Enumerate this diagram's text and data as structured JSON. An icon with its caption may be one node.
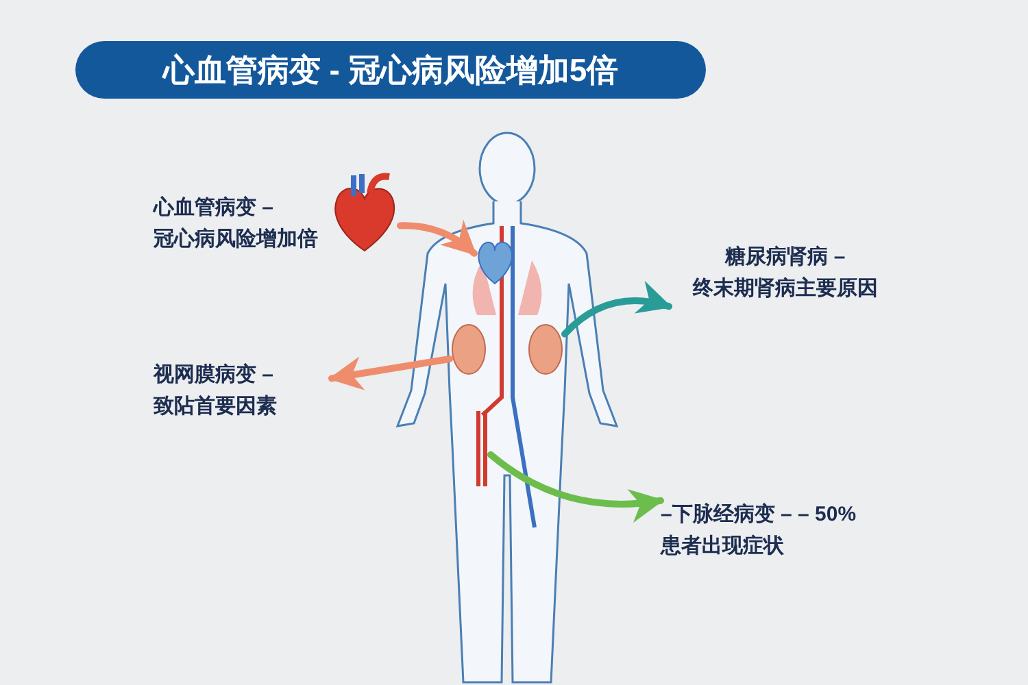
{
  "diagram": {
    "title": "心血管病变 - 冠心病风险增加5倍",
    "nodes": [
      {
        "text": [],
        "shape": "picture"
      },
      {
        "text": [],
        "shape": "picture"
      },
      {
        "text": [],
        "shape": "picture",
        "in": 1
      },
      {
        "text": [],
        "shape": "picture",
        "in": 1
      },
      {
        "text": [],
        "shape": "picture",
        "in": 1
      },
      {
        "text": [
          "糖尿病肾病 – 终末期肾病主要原因"
        ]
      },
      {
        "text": [
          "视网膜病变 – 致阽首要因素"
        ]
      },
      {
        "text": [
          "–下脉经病变 – – 50%患者出现症状"
        ]
      }
    ],
    "edges": [
      {
        "from": 0,
        "to": 2,
        "arrow": "to",
        "color": "#ef8c6c"
      },
      {
        "from": 3,
        "to": 5,
        "arrow": "to",
        "color": "#2a9c98"
      },
      {
        "from": 3,
        "to": 6,
        "arrow": "to",
        "color": "#ef8c6c"
      },
      {
        "from": 4,
        "to": 7,
        "arrow": "to",
        "color": "#6cbd4c"
      }
    ],
    "labels": [
      "心血管病变 – 冠心病风险增加倍"
    ]
  }
}
